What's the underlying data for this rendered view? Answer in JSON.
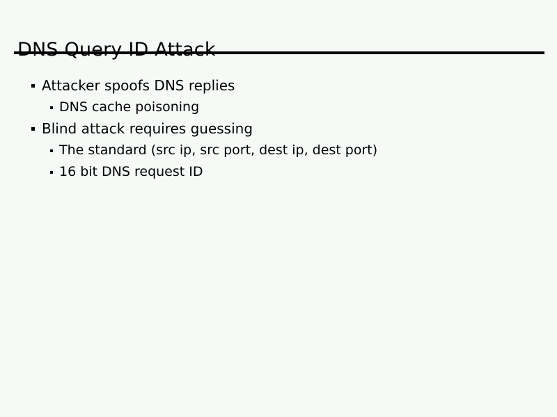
{
  "slide": {
    "title": "DNS Query ID Attack",
    "background_color": "#f6faf6",
    "text_color": "#000000",
    "rule_color": "#000000",
    "bullets": [
      {
        "level": 1,
        "marker": "square-bullet",
        "text": "Attacker spoofs DNS replies"
      },
      {
        "level": 2,
        "marker": "square-bullet",
        "text": "DNS cache poisoning"
      },
      {
        "level": 1,
        "marker": "square-bullet",
        "text": "Blind attack requires guessing"
      },
      {
        "level": 2,
        "marker": "square-bullet",
        "text": "The standard (src ip, src port, dest ip, dest port)"
      },
      {
        "level": 2,
        "marker": "square-bullet",
        "text": "16 bit DNS request ID"
      }
    ]
  }
}
